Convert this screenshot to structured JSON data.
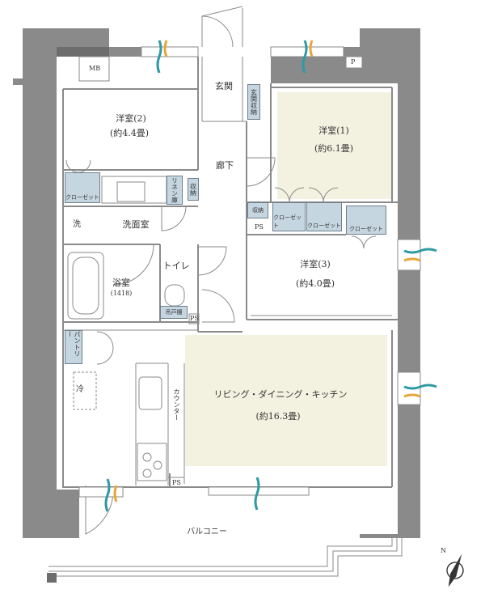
{
  "colors": {
    "wall": "#8a8a8a",
    "wall_dark": "#6d6d6d",
    "highlight": "#f3f1e0",
    "closet": "#c5d6e1",
    "vent": "#2f9aa5",
    "vent_arrow": "#e8a53a"
  },
  "rooms": {
    "western2": {
      "name": "洋室(2)",
      "area": "(約4.4畳)"
    },
    "western1": {
      "name": "洋室(1)",
      "area": "(約6.1畳)"
    },
    "western3": {
      "name": "洋室(3)",
      "area": "(約4.0畳)"
    },
    "ldk": {
      "name": "リビング・ダイニング・キッチン",
      "area": "(約16.3畳)"
    },
    "bath": {
      "name": "浴室",
      "size": "(1418)"
    },
    "washroom": "洗面室",
    "toilet": "トイレ",
    "entrance": "玄関",
    "hallway": "廊下",
    "balcony": "バルコニー"
  },
  "labels": {
    "mb": "MB",
    "p": "P",
    "ps": "PS",
    "wash": "洗",
    "fridge": "冷",
    "closet": "クローゼット",
    "storage": "収納",
    "linen": "リネン庫",
    "hanging_cabinet": "吊戸棚",
    "entrance_storage": "玄関収納",
    "pantry": "パントリー",
    "counter": "カウンター",
    "compass": "N"
  }
}
